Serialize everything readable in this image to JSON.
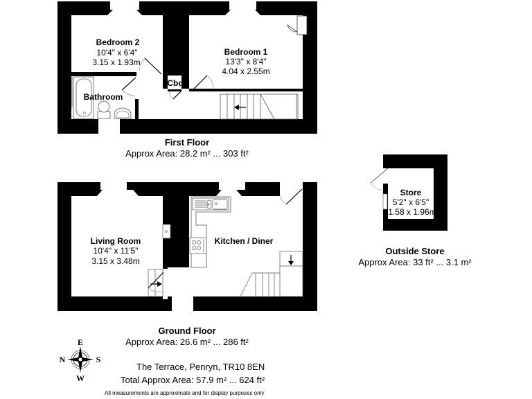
{
  "floors": {
    "first": {
      "title": "First Floor",
      "area": "Approx Area: 28.2 m² ... 303 ft²",
      "rooms": [
        {
          "name": "Bedroom 2",
          "dim_imperial": "10'4\" x 6'4\"",
          "dim_metric": "3.15 x 1.93m"
        },
        {
          "name": "Bedroom 1",
          "dim_imperial": "13'3\" x 8'4\"",
          "dim_metric": "4.04 x 2.55m"
        },
        {
          "name": "Bathroom"
        },
        {
          "name": "Cbd"
        }
      ]
    },
    "ground": {
      "title": "Ground Floor",
      "area": "Approx Area: 26.6 m² ... 286 ft²",
      "rooms": [
        {
          "name": "Living Room",
          "dim_imperial": "10'4\" x 11'5\"",
          "dim_metric": "3.15 x 3.48m"
        },
        {
          "name": "Kitchen / Diner"
        }
      ]
    },
    "outside": {
      "title": "Outside Store",
      "area": "Approx Area: 33 ft² ... 3.1 m²",
      "rooms": [
        {
          "name": "Store",
          "dim_imperial": "5'2\" x 6'5\"",
          "dim_metric": "1.58 x 1.96m"
        }
      ]
    }
  },
  "compass": {
    "top": "E",
    "left": "N",
    "right": "S",
    "bottom": "W"
  },
  "address": "The Terrace, Penryn, TR10 8EN",
  "total_area": "Total Approx Area: 57.9 m² ... 624 ft²",
  "disclaimer": "All measurements are approximate and for display purposes only",
  "colors": {
    "wall": "#000000",
    "background": "#ffffff",
    "fixture_stroke": "#555555"
  }
}
